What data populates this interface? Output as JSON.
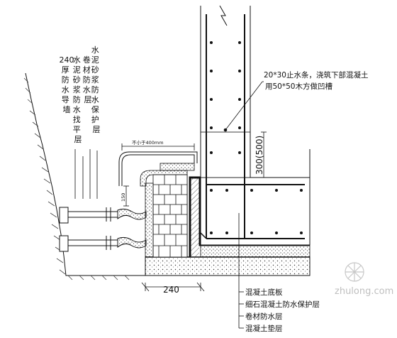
{
  "wall_labels": {
    "col1": [
      "240",
      "厚",
      "防",
      "水",
      "导",
      "墙"
    ],
    "col2": [
      "水",
      "泥",
      "砂",
      "浆",
      "防",
      "水",
      "找",
      "平",
      "层"
    ],
    "col3": [
      "卷",
      "材",
      "防",
      "水",
      "层"
    ],
    "col4": [
      "水",
      "泥",
      "砂",
      "浆",
      "防",
      "水",
      "保",
      "护",
      "层"
    ]
  },
  "top_note_line1": "20*30止水条，浇筑下部混凝土",
  "top_note_line2": "用50*50木方做凹槽",
  "overlap_note": "不小于400mm",
  "dim_300_500": "300(500)",
  "dim_150": "150",
  "dim_240": "240",
  "bottom_labels": [
    "混凝土底板",
    "细石混凝土防水保护层",
    "卷材防水层",
    "混凝土垫层"
  ],
  "watermark": "zhulong.com"
}
